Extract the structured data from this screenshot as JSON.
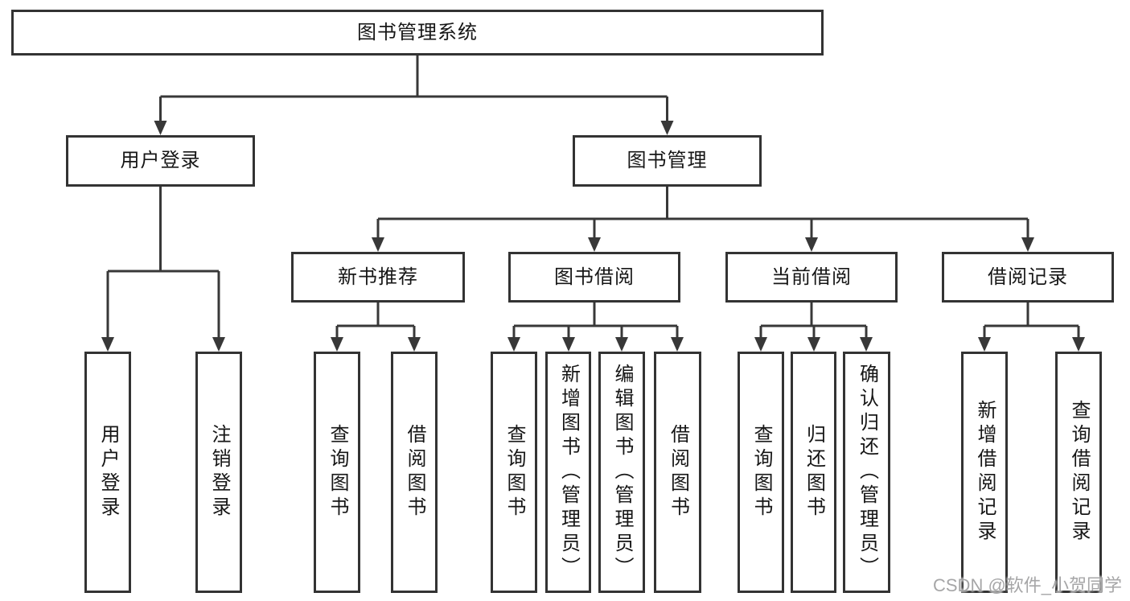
{
  "tree": {
    "label": "图书管理系统",
    "children": [
      {
        "label": "用户登录",
        "children": [
          {
            "label": "用户登录"
          },
          {
            "label": "注销登录"
          }
        ]
      },
      {
        "label": "图书管理",
        "children": [
          {
            "label": "新书推荐",
            "children": [
              {
                "label": "查询图书"
              },
              {
                "label": "借阅图书"
              }
            ]
          },
          {
            "label": "图书借阅",
            "children": [
              {
                "label": "查询图书"
              },
              {
                "label": "新增图书（管理员）"
              },
              {
                "label": "编辑图书（管理员）"
              },
              {
                "label": "借阅图书"
              }
            ]
          },
          {
            "label": "当前借阅",
            "children": [
              {
                "label": "查询图书"
              },
              {
                "label": "归还图书"
              },
              {
                "label": "确认归还（管理员）"
              }
            ]
          },
          {
            "label": "借阅记录",
            "children": [
              {
                "label": "新增借阅记录"
              },
              {
                "label": "查询借阅记录"
              }
            ]
          }
        ]
      }
    ]
  },
  "watermark": {
    "text": "CSDN @软件_小贺同学"
  },
  "colors": {
    "line": "#383838",
    "box_border": "#333333",
    "text": "#161616",
    "watermark": "#9e9ea0",
    "background": "#ffffff"
  }
}
